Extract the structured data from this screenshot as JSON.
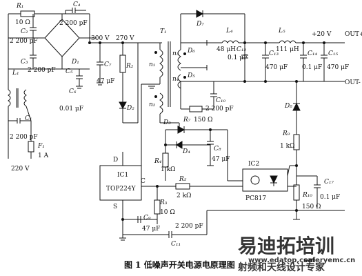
{
  "labels": {
    "R1": "R₁",
    "R1_val": "10 Ω",
    "C2": "C₂",
    "C2_val": "2 200 pF",
    "C4": "C₄",
    "C4_val": "2 200 pF",
    "C3": "C₃",
    "C3_val": "2 200 pF",
    "C5": "C₅",
    "D1": "D₁",
    "L1": "L₁",
    "C1": "C₁",
    "C1_val": "2 200 pF",
    "F1": "F₁",
    "F1_val": "1 A",
    "C6": "C₆",
    "C6_val": "0.01 μF",
    "V220": "220 V",
    "V300": "300 V",
    "V270": "270 V",
    "C7": "C₇",
    "C7_val": "47 μF",
    "R2": "R₂",
    "D2": "D₂",
    "T1": "T₁",
    "n1": "n₁",
    "n2": "n₂",
    "n3": "n₃",
    "n4": "n₄",
    "D7": "D₇",
    "D6": "D₆",
    "D5": "D₅",
    "L4": "L₄",
    "L4_val": "48 μH",
    "C12": "C₁₂",
    "C12_val": "0.1 μF",
    "C13": "C₁₃",
    "C13_val": "470 μF",
    "L5": "L₅",
    "L5_val": "111 μH",
    "C14": "C₁₄",
    "C14_val": "0.1 μF",
    "C15": "C₁₅",
    "C15_val": "470 μF",
    "V20": "+20 V",
    "OUTP": "OUT+",
    "OUTM": "OUT-",
    "C10": "C₁₀",
    "C10_val": "2 200 pF",
    "R7": "R₇",
    "R7_val": "150 Ω",
    "D8": "D₈",
    "R9": "R₉",
    "R9_val": "1 kΩ",
    "D3": "D₃",
    "D4": "D₄",
    "C8": "C₈",
    "C8_val": "47 μF",
    "R4": "R₄",
    "R4_val": "1 kΩ",
    "IC1": "IC1",
    "IC1_part": "TOP224Y",
    "pinD": "D",
    "pinC": "C",
    "pinS": "S",
    "R3": "R₃",
    "R3_val": "10 Ω",
    "R5": "R₅",
    "R5_val": "2 kΩ",
    "IC2": "IC2",
    "IC2_part": "PC817",
    "R10": "R₁₀",
    "R10_val": "150 Ω",
    "C17": "C₁₇",
    "C17_val": "0.1 μF",
    "C9": "C₉",
    "C9_val": "47 μF",
    "C11": "C₁₁",
    "C11_val": "2 200 pF",
    "caption": "图 1    低噪声开关电源电原理图",
    "wm_title": "易迪拓培训",
    "wm_sub": "射频和天线设计专家",
    "wm_url": "www.edatop.com",
    "wm_url2": "saferyemc.cn"
  },
  "colors": {
    "ink": "#111111",
    "watermark": "#e0807a",
    "watermark_sub": "#cf6b64"
  }
}
